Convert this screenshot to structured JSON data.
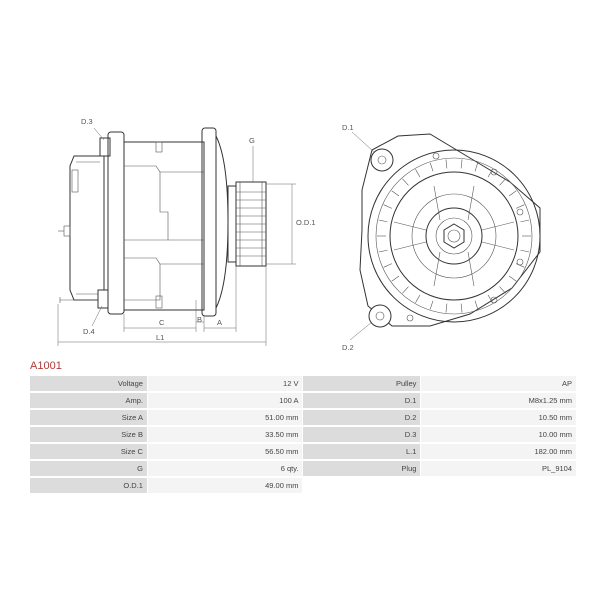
{
  "part_number": "A1001",
  "drawing": {
    "callouts": {
      "d3": "D.3",
      "g": "G",
      "od1": "O.D.1",
      "d4": "D.4",
      "c": "C",
      "b": "B",
      "a": "A",
      "l1": "L1",
      "d1": "D.1",
      "d2": "D.2"
    }
  },
  "specs": [
    {
      "label": "Voltage",
      "value": "12 V",
      "label2": "Pulley",
      "value2": "AP"
    },
    {
      "label": "Amp.",
      "value": "100 A",
      "label2": "D.1",
      "value2": "M8x1.25 mm"
    },
    {
      "label": "Size A",
      "value": "51.00 mm",
      "label2": "D.2",
      "value2": "10.50 mm"
    },
    {
      "label": "Size B",
      "value": "33.50 mm",
      "label2": "D.3",
      "value2": "10.00 mm"
    },
    {
      "label": "Size C",
      "value": "56.50 mm",
      "label2": "L.1",
      "value2": "182.00 mm"
    },
    {
      "label": "G",
      "value": "6 qty.",
      "label2": "Plug",
      "value2": "PL_9104"
    },
    {
      "label": "O.D.1",
      "value": "49.00 mm",
      "label2": "",
      "value2": ""
    }
  ]
}
